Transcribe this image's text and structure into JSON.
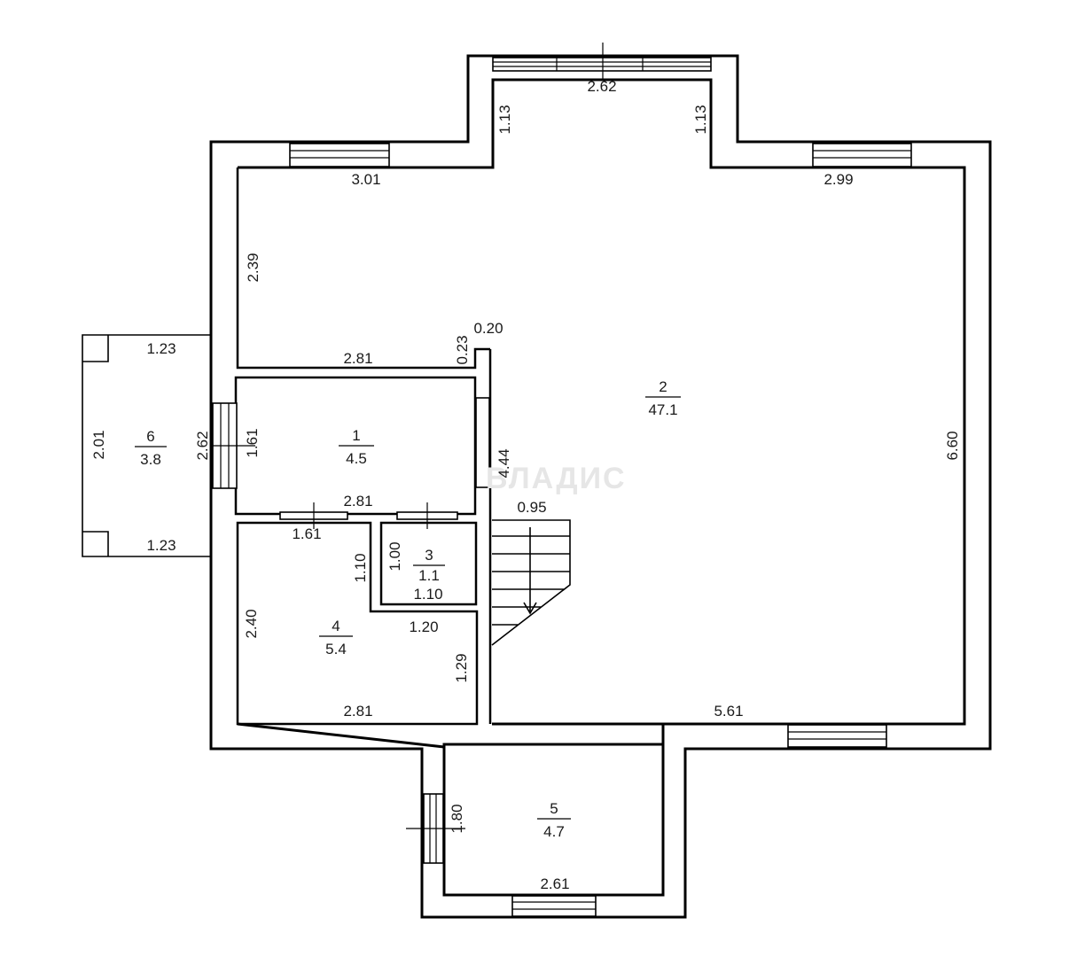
{
  "rooms": [
    {
      "id": "r1",
      "number": "1",
      "area": "4.5"
    },
    {
      "id": "r2",
      "number": "2",
      "area": "47.1"
    },
    {
      "id": "r3",
      "number": "3",
      "area": "1.1"
    },
    {
      "id": "r4",
      "number": "4",
      "area": "5.4"
    },
    {
      "id": "r5",
      "number": "5",
      "area": "4.7"
    },
    {
      "id": "r6",
      "number": "6",
      "area": "3.8"
    }
  ],
  "dimensions": {
    "bay_top": "2.62",
    "bay_left": "1.13",
    "bay_right": "1.13",
    "top_left_wall": "3.01",
    "top_right_wall": "2.99",
    "left_upper": "2.39",
    "partition_width": "2.81",
    "wall_stub_h": "0.23",
    "wall_stub_w": "0.20",
    "right_total": "6.60",
    "corridor_h": "4.44",
    "room1_bottom": "2.81",
    "room1_h": "1.61",
    "room1_door": "1.61",
    "porch_top": "1.23",
    "porch_bottom": "1.23",
    "porch_h": "2.01",
    "porch_door": "2.62",
    "stair_w": "0.95",
    "room3_h1": "1.10",
    "room3_h2": "1.00",
    "room3_w": "1.10",
    "room4_inner": "1.20",
    "room4_h": "2.40",
    "room4_side": "1.29",
    "room4_bottom": "2.81",
    "bottom_right": "5.61",
    "room5_h": "1.80",
    "room5_w": "2.61"
  },
  "watermark": "ВЛАДИС"
}
